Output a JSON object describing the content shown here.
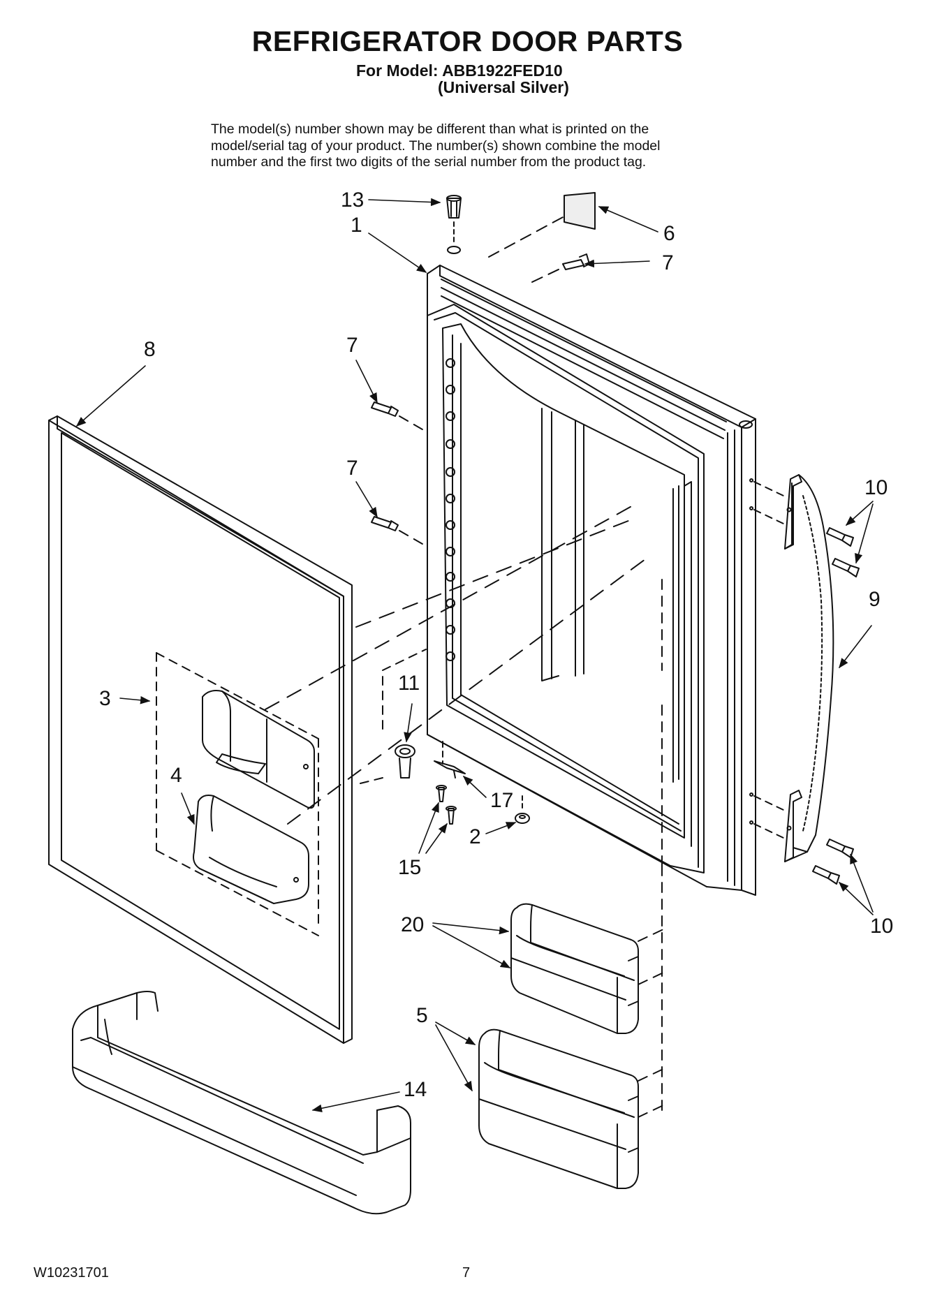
{
  "header": {
    "title": "REFRIGERATOR DOOR PARTS",
    "model_line": "For Model: ABB1922FED10",
    "color_line": "(Universal Silver)"
  },
  "note": {
    "lines": [
      "The model(s) number shown may be different than what is printed on the",
      "model/serial tag of your product. The number(s) shown combine the model",
      "number and the first two digits of the serial number from the product tag."
    ]
  },
  "callouts": {
    "c1": "1",
    "c2": "2",
    "c3": "3",
    "c4": "4",
    "c5": "5",
    "c6": "6",
    "c7a": "7",
    "c7b": "7",
    "c7c": "7",
    "c8": "8",
    "c9": "9",
    "c10a": "10",
    "c10b": "10",
    "c11": "11",
    "c13": "13",
    "c14": "14",
    "c15": "15",
    "c17": "17",
    "c20": "20"
  },
  "footer": {
    "doc_number": "W10231701",
    "page_number": "7"
  }
}
